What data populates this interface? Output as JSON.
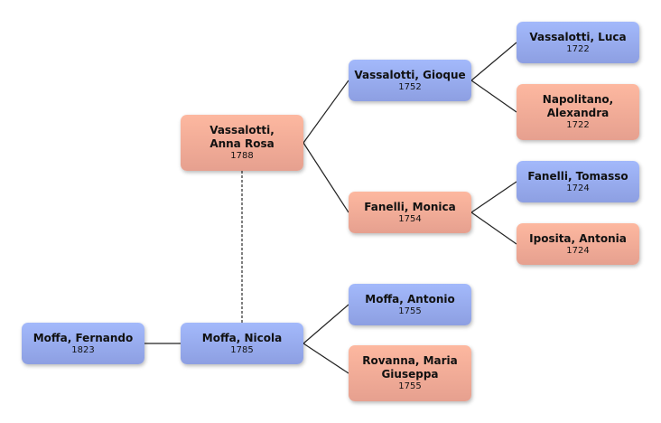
{
  "diagram": {
    "type": "family-tree",
    "colors": {
      "male": "#9aaef3",
      "female": "#f6ad98",
      "line": "#222222"
    },
    "people": [
      {
        "id": "fernando",
        "name": "Moffa, Fernando",
        "year": "1823",
        "gender": "male"
      },
      {
        "id": "nicola",
        "name": "Moffa, Nicola",
        "year": "1785",
        "gender": "male"
      },
      {
        "id": "annarosa",
        "name": "Vassalotti, Anna Rosa",
        "year": "1788",
        "gender": "female"
      },
      {
        "id": "gioque",
        "name": "Vassalotti, Gioque",
        "year": "1752",
        "gender": "male"
      },
      {
        "id": "monica",
        "name": "Fanelli, Monica",
        "year": "1754",
        "gender": "female"
      },
      {
        "id": "antonio",
        "name": "Moffa, Antonio",
        "year": "1755",
        "gender": "male"
      },
      {
        "id": "mariagiuseppa",
        "name": "Rovanna, Maria Giuseppa",
        "year": "1755",
        "gender": "female"
      },
      {
        "id": "luca",
        "name": "Vassalotti, Luca",
        "year": "1722",
        "gender": "male"
      },
      {
        "id": "alexandra",
        "name": "Napolitano, Alexandra",
        "year": "1722",
        "gender": "female"
      },
      {
        "id": "tomasso",
        "name": "Fanelli, Tomasso",
        "year": "1724",
        "gender": "male"
      },
      {
        "id": "antonia",
        "name": "Iposita, Antonia",
        "year": "1724",
        "gender": "female"
      }
    ],
    "relations": [
      {
        "type": "parent",
        "child": "fernando",
        "parent": "nicola"
      },
      {
        "type": "spouse",
        "a": "nicola",
        "b": "annarosa"
      },
      {
        "type": "parent",
        "child": "nicola",
        "parent": "antonio"
      },
      {
        "type": "parent",
        "child": "nicola",
        "parent": "mariagiuseppa"
      },
      {
        "type": "parent",
        "child": "annarosa",
        "parent": "gioque"
      },
      {
        "type": "parent",
        "child": "annarosa",
        "parent": "monica"
      },
      {
        "type": "parent",
        "child": "gioque",
        "parent": "luca"
      },
      {
        "type": "parent",
        "child": "gioque",
        "parent": "alexandra"
      },
      {
        "type": "parent",
        "child": "monica",
        "parent": "tomasso"
      },
      {
        "type": "parent",
        "child": "monica",
        "parent": "antonia"
      }
    ]
  }
}
